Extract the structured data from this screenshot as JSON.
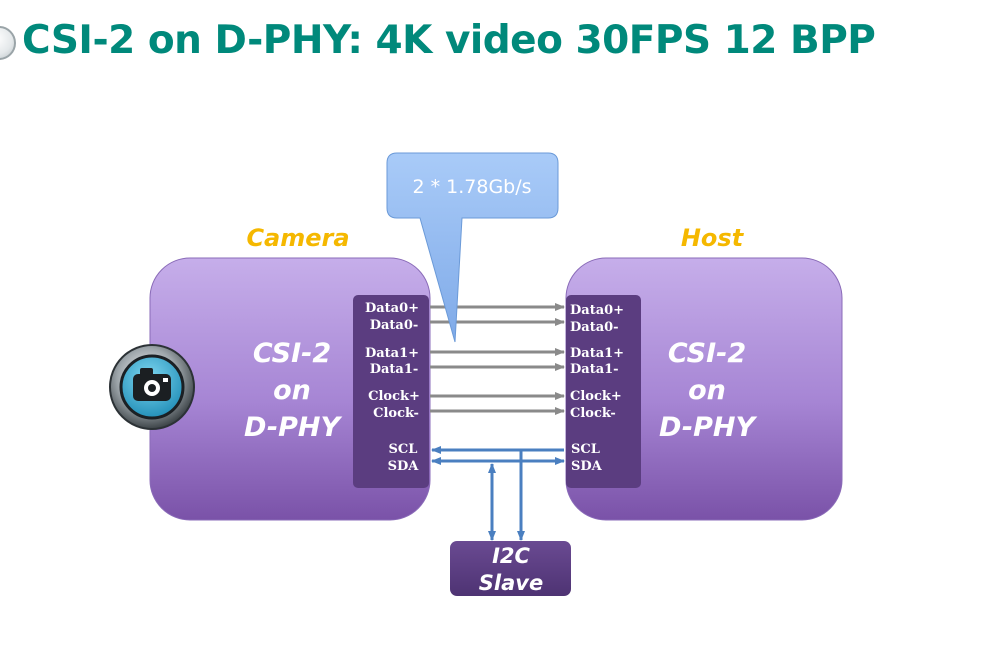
{
  "title": "CSI-2 on D-PHY: 4K video 30FPS 12 BPP",
  "callout": {
    "text": "2 * 1.78Gb/s"
  },
  "camera": {
    "caption": "Camera",
    "block_line1": "CSI-2",
    "block_line2": "on",
    "block_line3": "D-PHY",
    "icon": "camera-icon"
  },
  "host": {
    "caption": "Host",
    "block_line1": "CSI-2",
    "block_line2": "on",
    "block_line3": "D-PHY"
  },
  "signals": {
    "data0_pos": "Data0+",
    "data0_neg": "Data0-",
    "data1_pos": "Data1+",
    "data1_neg": "Data1-",
    "clock_pos": "Clock+",
    "clock_neg": "Clock-",
    "scl": "SCL",
    "sda": "SDA"
  },
  "i2c_slave": {
    "line1": "I2C",
    "line2": "Slave"
  },
  "colors": {
    "title": "#00897b",
    "caption": "#f5b800",
    "block_top": "#c3a9e6",
    "block_bottom": "#7b54ab",
    "port": "#5b3d80",
    "callout": "#8fb8f2",
    "data_lines": "#8a8a8a",
    "i2c_lines": "#4a7fc0"
  }
}
